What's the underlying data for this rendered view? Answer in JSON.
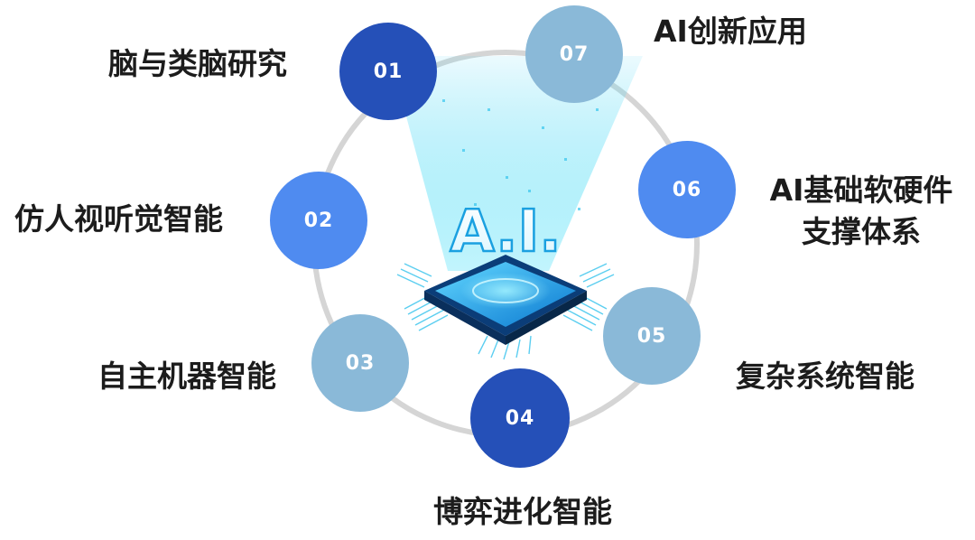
{
  "center": {
    "text": "A.I."
  },
  "items": [
    {
      "num": "01",
      "label": "脑与类脑研究"
    },
    {
      "num": "02",
      "label": "仿人视听觉智能"
    },
    {
      "num": "03",
      "label": "自主机器智能"
    },
    {
      "num": "04",
      "label": "博弈进化智能"
    },
    {
      "num": "05",
      "label": "复杂系统智能"
    },
    {
      "num": "06",
      "label_line1": "AI基础软硬件",
      "label_line2": "支撑体系"
    },
    {
      "num": "07",
      "label": "AI创新应用"
    }
  ],
  "colors": {
    "dark_node": "#2550b8",
    "mid_node": "#4f8bf0",
    "light_node": "#8ab9d8",
    "ring": "#d5d5d5",
    "beam": "#7fe6f8",
    "chip_top": "#1a9ee8",
    "chip_side": "#0b3d78"
  },
  "icons": {
    "chip": "ai-chip-icon",
    "beam": "light-beam-icon"
  }
}
